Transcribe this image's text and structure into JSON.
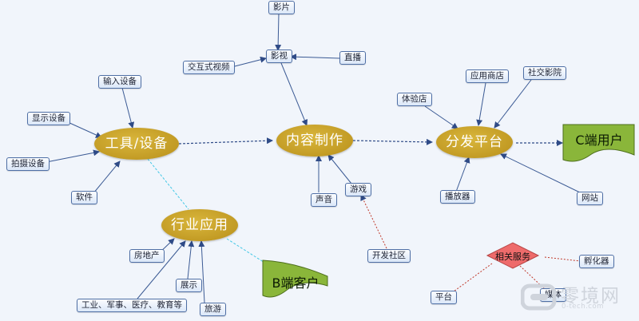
{
  "hubs": {
    "tools": "工具/设备",
    "content": "内容制作",
    "distribution": "分发平台",
    "industry": "行业应用"
  },
  "endpoints": {
    "c_user": "C端用户",
    "b_customer": "B端客户"
  },
  "tools_inputs": {
    "input_device": "输入设备",
    "display_device": "显示设备",
    "capture_device": "拍摄设备",
    "software": "软件"
  },
  "content_inputs": {
    "film_view": "影视",
    "film": "影片",
    "interactive_video": "交互式视频",
    "live": "直播",
    "sound": "声音",
    "game": "游戏",
    "dev_community": "开发社区"
  },
  "distribution_inputs": {
    "experience_store": "体验店",
    "app_store": "应用商店",
    "social_cinema": "社交影院",
    "player": "播放器",
    "website": "网站"
  },
  "industry_inputs": {
    "real_estate": "房地产",
    "exhibition": "展示",
    "sectors": "工业、军事、医疗、教育等",
    "tourism": "旅游"
  },
  "services": {
    "title": "相关服务",
    "platform": "平台",
    "media": "媒体",
    "incubator": "孵化器"
  },
  "watermark": {
    "name": "零境网",
    "url": "0-tech.com"
  },
  "colors": {
    "hub": "#c9a227",
    "endpoint": "#8ab63a",
    "node_border": "#4f6fa5",
    "arrow": "#2f4b87",
    "diamond": "#ee6b6b",
    "red_link": "#c0392b",
    "cyan_link": "#45c8e6"
  }
}
